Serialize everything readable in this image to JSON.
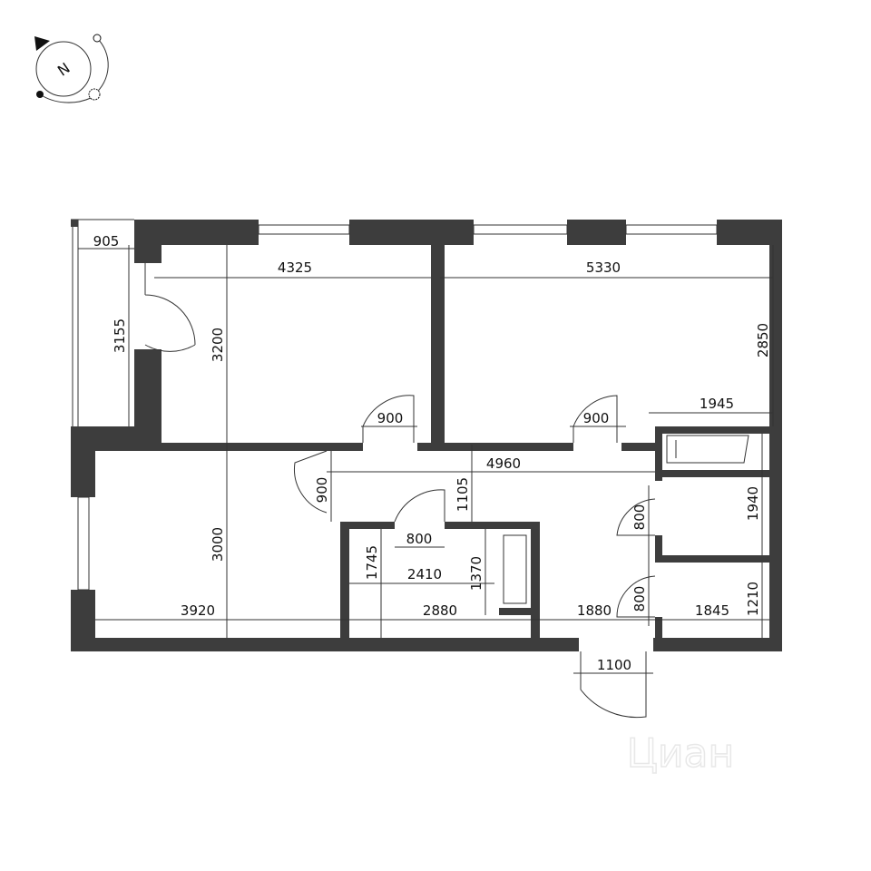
{
  "plan": {
    "watermark": "Циан",
    "compass_label": "N",
    "dimensions": {
      "balcony_width": "905",
      "balcony_length": "3155",
      "bedroom1_width": "4325",
      "bedroom1_depth": "3200",
      "bedroom2_width": "5330",
      "bedroom2_depth": "2850",
      "door_bedroom1": "900",
      "door_bedroom2": "900",
      "wardrobe_width": "1945",
      "hall_length": "4960",
      "door_living": "900",
      "hall_width": "1105",
      "door_bath": "800",
      "living_depth": "3000",
      "bath_depth": "1745",
      "bath_width": "2410",
      "bath_inner": "1370",
      "living_width": "3920",
      "bath_total": "2880",
      "corridor": "1880",
      "door_storage1": "800",
      "door_storage2": "800",
      "storage1_depth": "1940",
      "storage2_width": "1845",
      "storage2_depth": "1210",
      "entrance_door": "1100"
    }
  }
}
